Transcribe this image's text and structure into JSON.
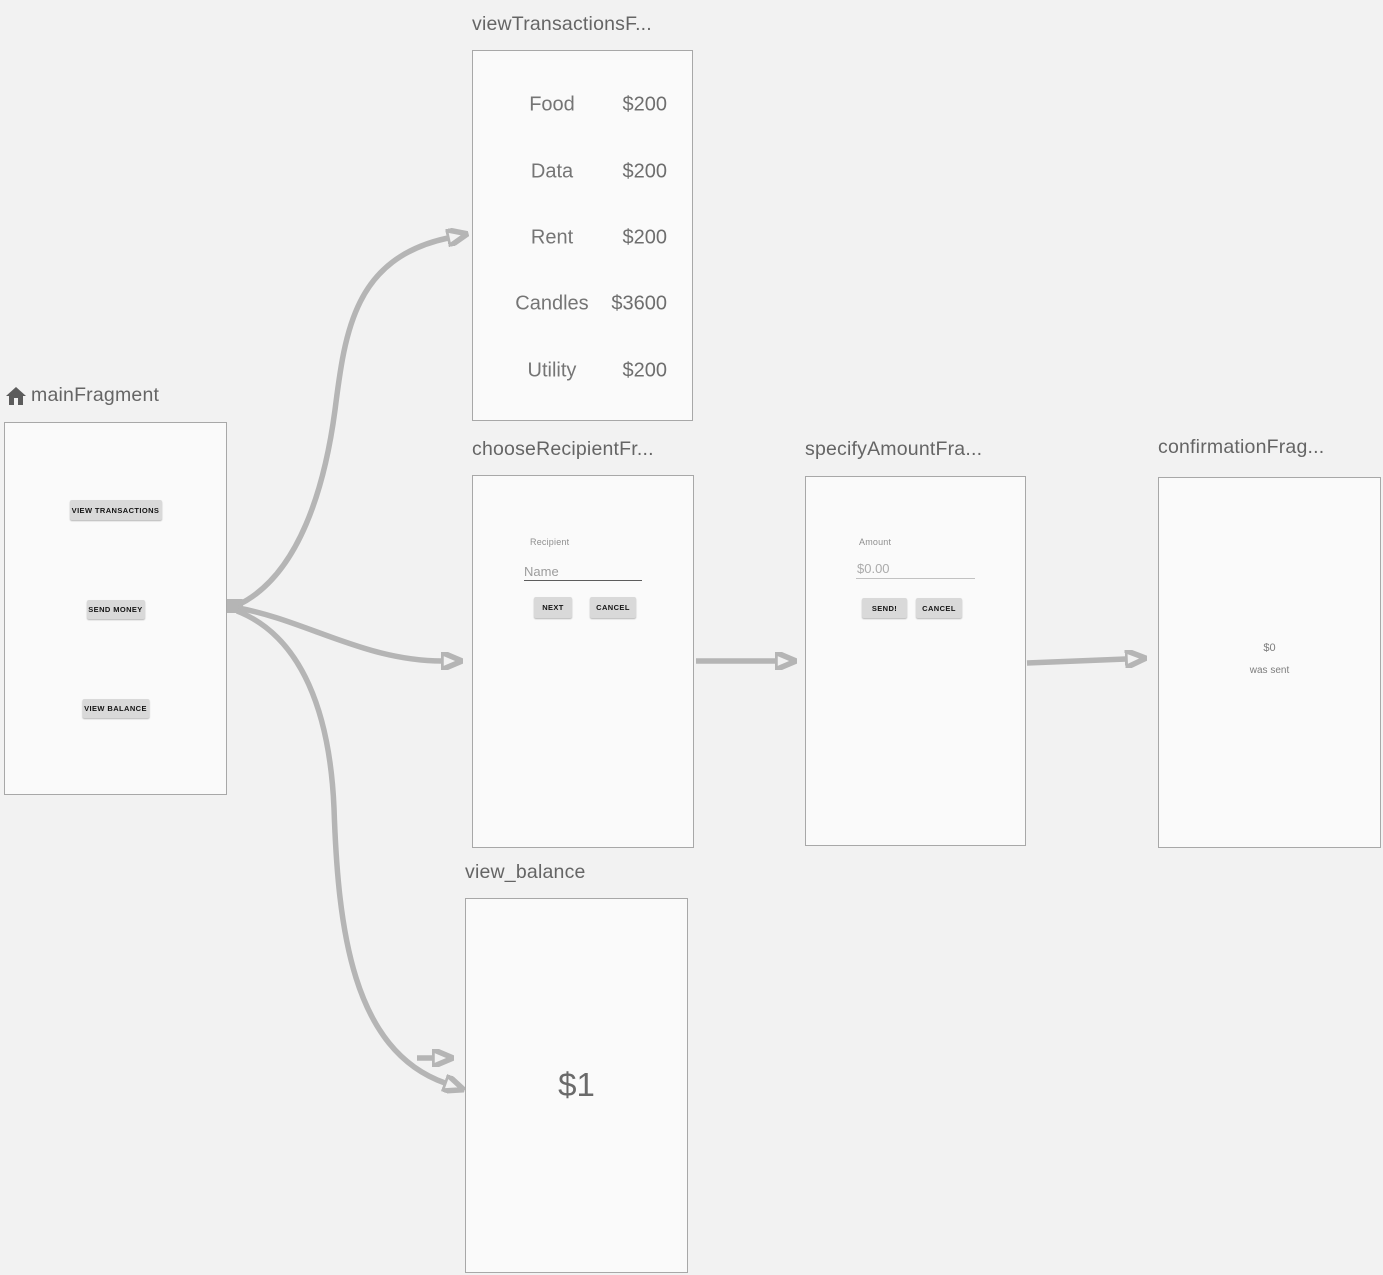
{
  "nodes": {
    "main": {
      "title": "mainFragment",
      "buttons": {
        "view_transactions": "VIEW TRANSACTIONS",
        "send_money": "SEND MONEY",
        "view_balance": "VIEW BALANCE"
      }
    },
    "view_transactions": {
      "title": "viewTransactionsF...",
      "rows": [
        {
          "label": "Food",
          "amount": "$200"
        },
        {
          "label": "Data",
          "amount": "$200"
        },
        {
          "label": "Rent",
          "amount": "$200"
        },
        {
          "label": "Candles",
          "amount": "$3600"
        },
        {
          "label": "Utility",
          "amount": "$200"
        }
      ]
    },
    "choose_recipient": {
      "title": "chooseRecipientFr...",
      "field_label": "Recipient",
      "field_value": "Name",
      "next_button": "NEXT",
      "cancel_button": "CANCEL"
    },
    "specify_amount": {
      "title": "specifyAmountFra...",
      "field_label": "Amount",
      "field_value": "$0.00",
      "send_button": "SEND!",
      "cancel_button": "CANCEL"
    },
    "confirmation": {
      "title": "confirmationFrag...",
      "amount": "$0",
      "message": "was sent"
    },
    "view_balance": {
      "title": "view_balance",
      "balance": "$1"
    }
  },
  "colors": {
    "background": "#f2f2f2",
    "panel_background": "#fafafa",
    "panel_border": "#a8a8a8",
    "title_text": "#656565",
    "arrow": "#b5b5b5",
    "button_background": "#d9d9d9"
  }
}
